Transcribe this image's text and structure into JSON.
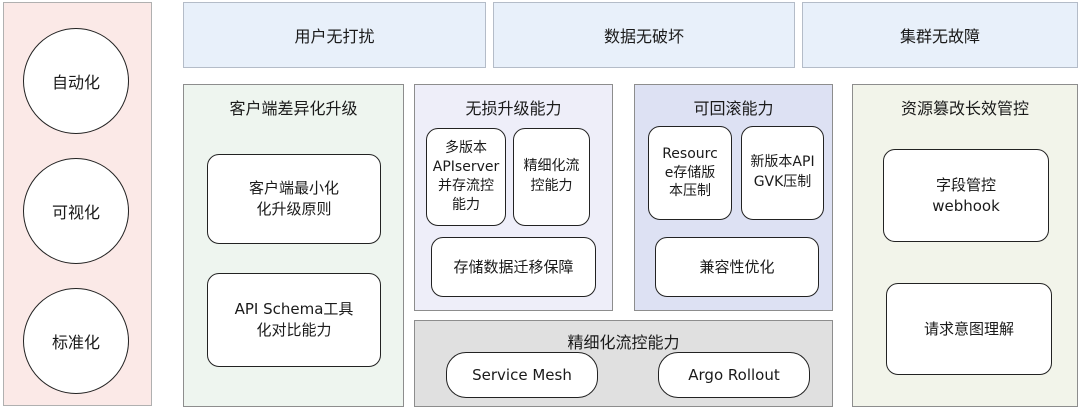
{
  "left": {
    "items": [
      "自动化",
      "可视化",
      "标准化"
    ]
  },
  "top": {
    "items": [
      "用户无打扰",
      "数据无破坏",
      "集群无故障"
    ]
  },
  "client_section": {
    "title": "客户端差异化升级",
    "cards": [
      "客户端最小化\n化升级原则",
      "API Schema工具\n化对比能力"
    ]
  },
  "lossless_section": {
    "title": "无损升级能力",
    "cards": [
      "多版本\nAPIserver\n并存流控\n能力",
      "精细化流\n控能力",
      "存储数据迁移保障"
    ]
  },
  "rollback_section": {
    "title": "可回滚能力",
    "cards": [
      "Resourc\ne存储版\n本压制",
      "新版本API\nGVK压制",
      "兼容性优化"
    ]
  },
  "traffic_section": {
    "title": "精细化流控能力",
    "items": [
      "Service Mesh",
      "Argo Rollout"
    ]
  },
  "resource_section": {
    "title": "资源篡改长效管控",
    "cards": [
      "字段管控\nwebhook",
      "请求意图理解"
    ]
  },
  "colors": {
    "left_panel": "#fbe9e7",
    "top_boxes": "#e8f0fa",
    "client_section": "#eef5ef",
    "lossless_section": "#eeeef9",
    "rollback_section": "#dde1f3",
    "traffic_section": "#e0e0e0",
    "resource_section": "#f2f4ea"
  }
}
